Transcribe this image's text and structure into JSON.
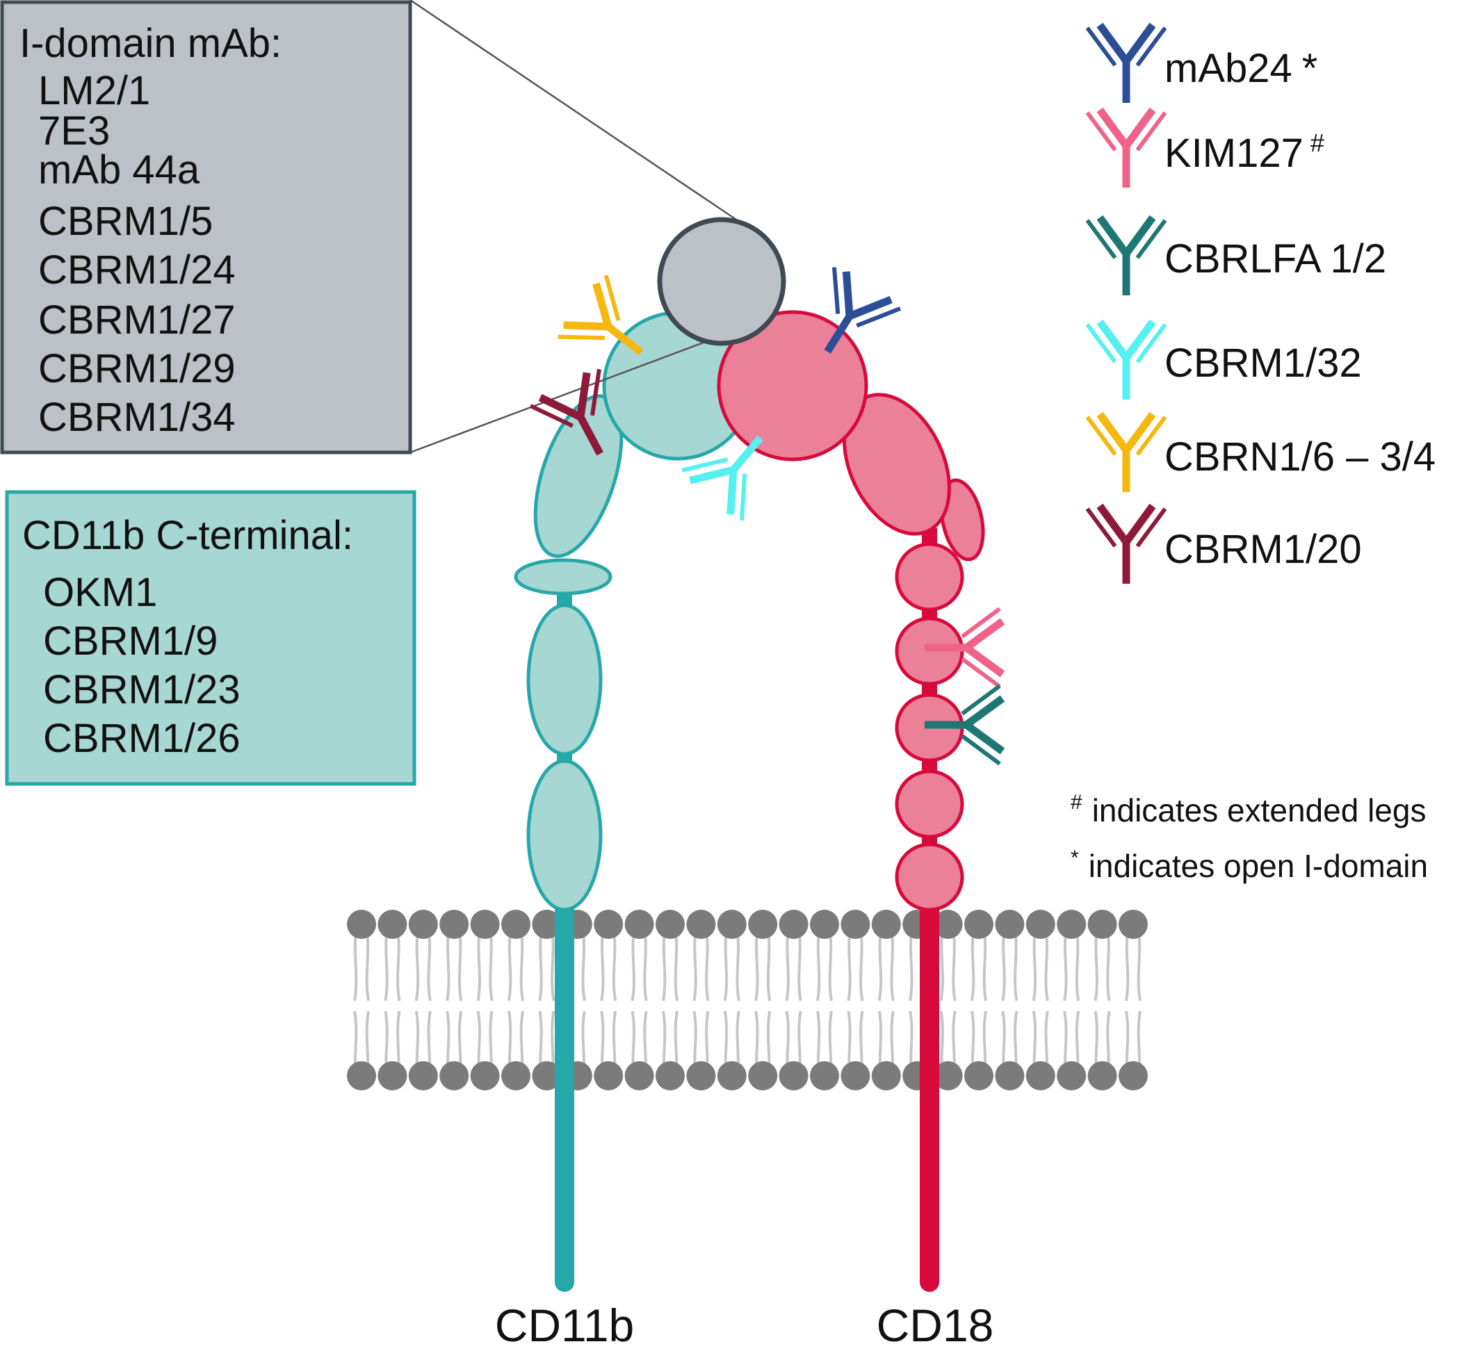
{
  "idomain_box": {
    "title": "I-domain mAb:",
    "items": [
      "LM2/1",
      "7E3",
      "mAb 44a",
      "CBRM1/5",
      "CBRM1/24",
      "CBRM1/27",
      "CBRM1/29",
      "CBRM1/34"
    ],
    "fill": "#bcc1c7",
    "stroke": "#3f4a52"
  },
  "cterm_box": {
    "title": "CD11b C-terminal:",
    "items": [
      "OKM1",
      "CBRM1/9",
      "CBRM1/23",
      "CBRM1/26"
    ],
    "fill": "#a6d7d2",
    "stroke": "#2aa6a4"
  },
  "legend": [
    {
      "label": "mAb24",
      "mark": "*",
      "color": "#2b4e96"
    },
    {
      "label": "KIM127",
      "mark": "#",
      "color": "#f06287"
    },
    {
      "label": "CBRLFA 1/2",
      "mark": "",
      "color": "#1e7775"
    },
    {
      "label": "CBRM1/32",
      "mark": "",
      "color": "#55f0f0"
    },
    {
      "label": "CBRN1/6 – 3/4",
      "mark": "",
      "color": "#f6b80e"
    },
    {
      "label": "CBRM1/20",
      "mark": "",
      "color": "#8e1a3b"
    }
  ],
  "notes": [
    {
      "symbol": "#",
      "text": "indicates extended legs"
    },
    {
      "symbol": "*",
      "text": "indicates open I-domain"
    }
  ],
  "chains": {
    "cd11b": {
      "label": "CD11b",
      "color": "#27a8a8",
      "domain_fill": "#a6d7d2"
    },
    "cd18": {
      "label": "CD18",
      "color": "#d80a3c",
      "domain_fill": "#ea8198"
    }
  },
  "idomain_color": "#bcc1c7",
  "membrane_color": "#7b7b7b"
}
